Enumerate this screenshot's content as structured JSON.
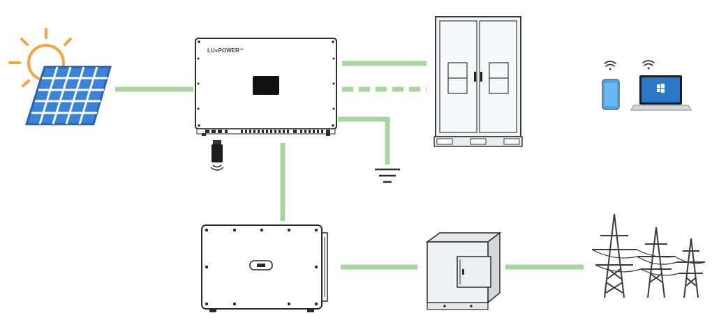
{
  "logo": {
    "prefix": "LU",
    "suffix": "POWER",
    "mark": "TM"
  },
  "colors": {
    "wire": "#a9d3a0",
    "sun": "#f7a53b",
    "solar_cell": "#3a83d6",
    "solar_frame": "#2c62ad",
    "phone": "#4aa3ee",
    "laptop_screen": "#2b78c8",
    "outline": "#2b2b2b"
  },
  "icons": [
    "sun-icon",
    "solar-panel-icon",
    "hybrid-inverter-icon",
    "wifi-dongle-icon",
    "battery-cabinet-icon",
    "ground-icon",
    "smartphone-icon",
    "laptop-icon",
    "wifi-icon",
    "string-inverter-icon",
    "transformer-icon",
    "power-tower-icon"
  ]
}
